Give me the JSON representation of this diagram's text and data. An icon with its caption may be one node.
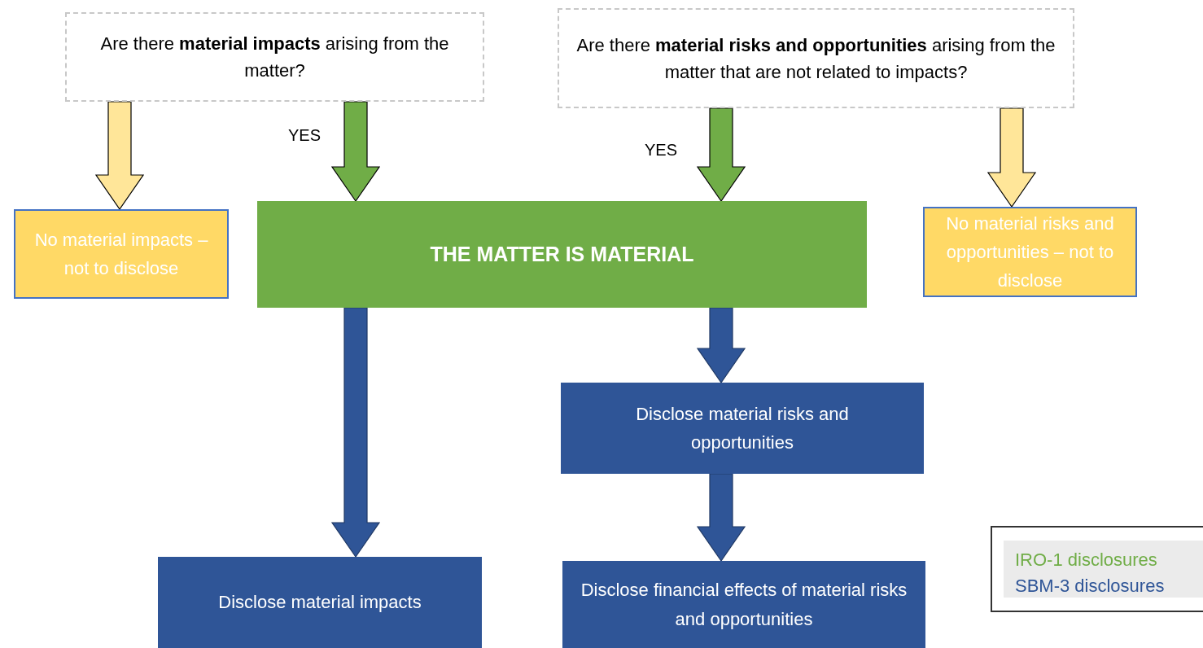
{
  "diagram": {
    "nodes": [
      {
        "text": [
          "Are there **material impacts** arising from the matter?"
        ]
      },
      {
        "text": [
          "Are there **material risks and opportunities** arising from the matter that are not related to impacts?"
        ]
      },
      {
        "text": [
          "No material impacts – not to disclose"
        ]
      },
      {
        "text": [
          "THE MATTER IS MATERIAL"
        ]
      },
      {
        "text": [
          "No material risks and opportunities – not to disclose"
        ]
      },
      {
        "text": [
          "Disclose material risks and opportunities"
        ]
      },
      {
        "text": [
          "Disclose material impacts"
        ]
      },
      {
        "text": [
          "Disclose financial effects of material risks and opportunities"
        ]
      }
    ],
    "edges": [
      {
        "from": 0,
        "to": 2,
        "arrow": "to",
        "color": "#ffe699"
      },
      {
        "from": 0,
        "to": 3,
        "arrow": "to",
        "label": "YES",
        "color": "#70ad47"
      },
      {
        "from": 1,
        "to": 3,
        "arrow": "to",
        "label": "YES",
        "color": "#70ad47"
      },
      {
        "from": 1,
        "to": 4,
        "arrow": "to",
        "color": "#ffe699"
      },
      {
        "from": 3,
        "to": 6,
        "arrow": "to"
      },
      {
        "from": 3,
        "to": 5,
        "arrow": "to"
      },
      {
        "from": 5,
        "to": 7,
        "arrow": "to"
      }
    ],
    "legend": [
      {
        "text": "IRO-1 disclosures",
        "color": "#70ad47"
      },
      {
        "text": "SBM-3 disclosures",
        "color": "#2f5597"
      }
    ]
  }
}
